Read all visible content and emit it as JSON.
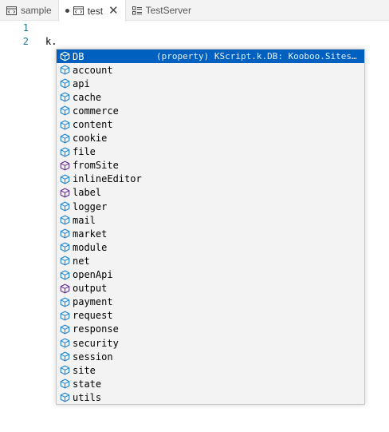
{
  "tabs": [
    {
      "label": "sample",
      "icon": "file-code-icon",
      "active": false
    },
    {
      "label": "test",
      "icon": "file-code-icon",
      "active": true,
      "modified": true
    },
    {
      "label": "TestServer",
      "icon": "server-list-icon",
      "active": false
    }
  ],
  "editor": {
    "lines": [
      {
        "number": "1",
        "text": ""
      },
      {
        "number": "2",
        "text": "k."
      }
    ]
  },
  "suggest": {
    "selected_detail": "(property) KScript.k.DB: Kooboo.Sites.Scr…",
    "items": [
      {
        "label": "DB",
        "kind": "property",
        "selected": true
      },
      {
        "label": "account",
        "kind": "property"
      },
      {
        "label": "api",
        "kind": "property"
      },
      {
        "label": "cache",
        "kind": "property"
      },
      {
        "label": "commerce",
        "kind": "property"
      },
      {
        "label": "content",
        "kind": "property"
      },
      {
        "label": "cookie",
        "kind": "property"
      },
      {
        "label": "file",
        "kind": "property"
      },
      {
        "label": "fromSite",
        "kind": "method"
      },
      {
        "label": "inlineEditor",
        "kind": "property"
      },
      {
        "label": "label",
        "kind": "method"
      },
      {
        "label": "logger",
        "kind": "property"
      },
      {
        "label": "mail",
        "kind": "property"
      },
      {
        "label": "market",
        "kind": "property"
      },
      {
        "label": "module",
        "kind": "property"
      },
      {
        "label": "net",
        "kind": "property"
      },
      {
        "label": "openApi",
        "kind": "property"
      },
      {
        "label": "output",
        "kind": "method"
      },
      {
        "label": "payment",
        "kind": "property"
      },
      {
        "label": "request",
        "kind": "property"
      },
      {
        "label": "response",
        "kind": "property"
      },
      {
        "label": "security",
        "kind": "property"
      },
      {
        "label": "session",
        "kind": "property"
      },
      {
        "label": "site",
        "kind": "property"
      },
      {
        "label": "state",
        "kind": "property"
      },
      {
        "label": "utils",
        "kind": "property"
      }
    ]
  },
  "colors": {
    "property_icon": "#1a85d8",
    "method_icon": "#652d90",
    "selection": "#0060c0",
    "line_number": "#237893"
  }
}
